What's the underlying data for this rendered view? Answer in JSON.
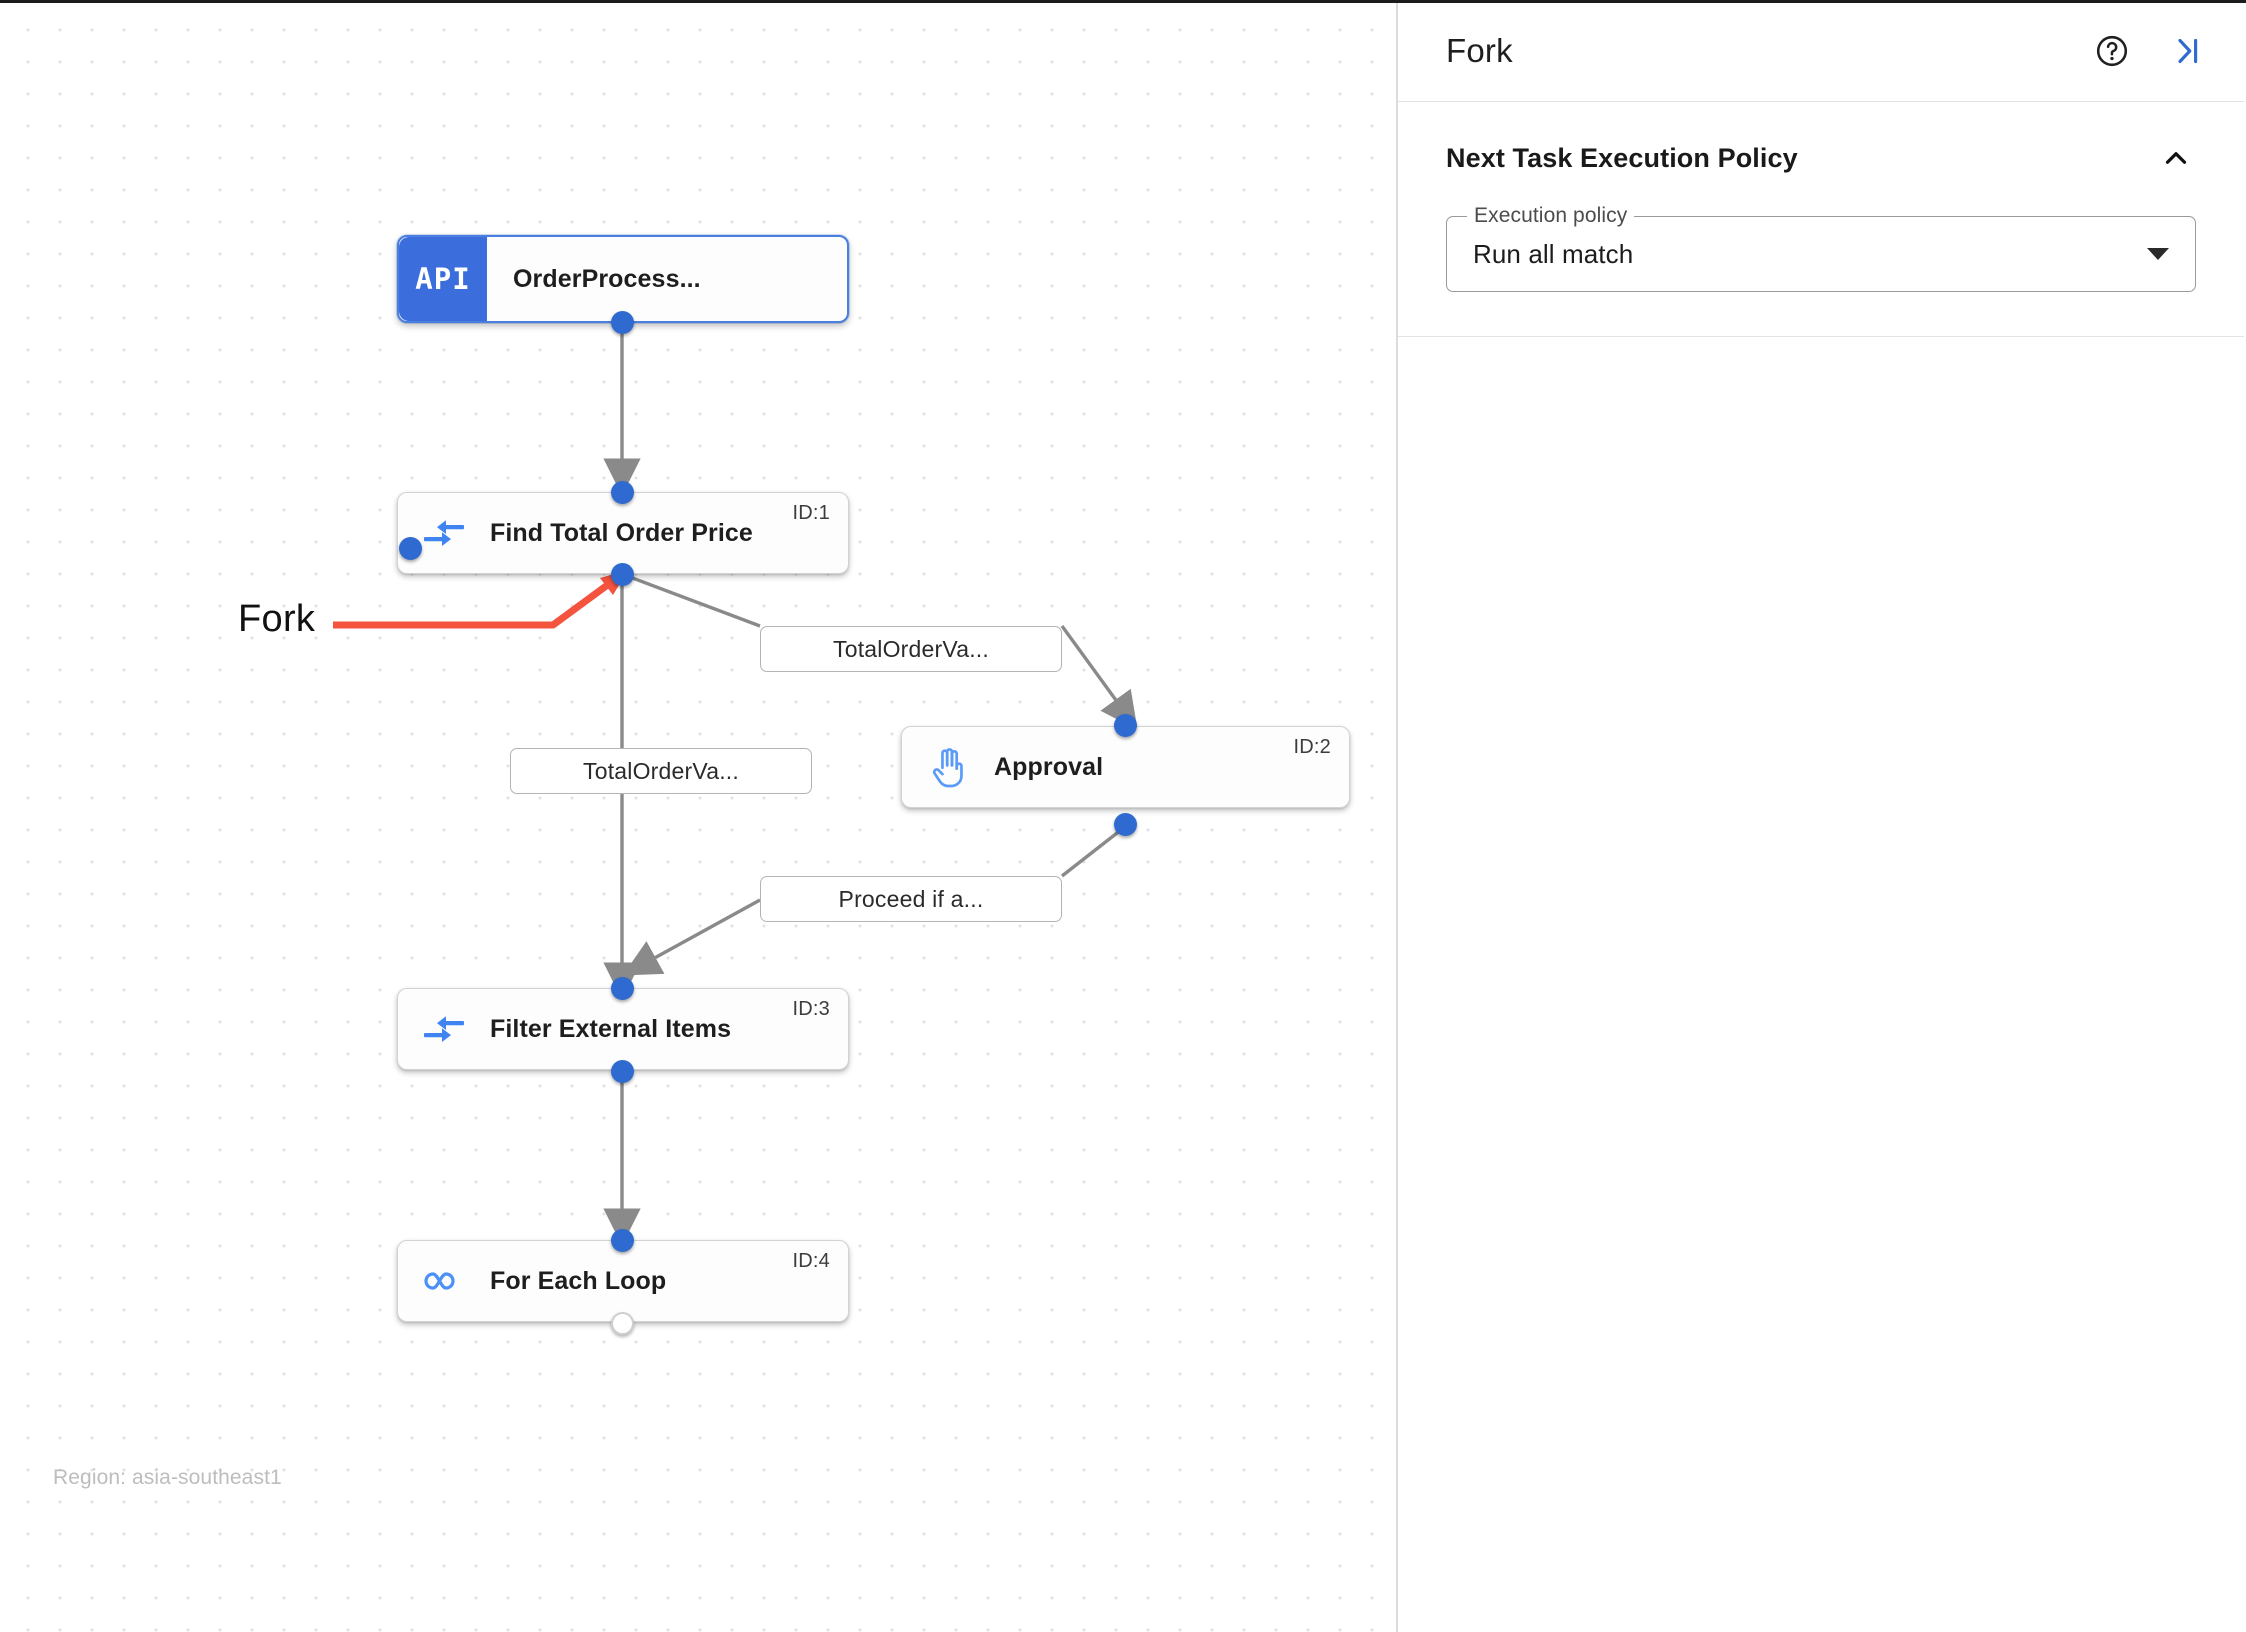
{
  "canvas": {
    "region_label": "Region: asia-southeast1",
    "annotation": {
      "label": "Fork",
      "arrow_color": "#f4533e"
    },
    "nodes": [
      {
        "key": "order_process",
        "icon": "api-badge-icon",
        "badge": "API",
        "title": "OrderProcess...",
        "id_label": "",
        "selected": true
      },
      {
        "key": "find_total_order_price",
        "icon": "merge-arrows-icon",
        "title": "Find Total Order Price",
        "id_label": "ID:1",
        "selected": false
      },
      {
        "key": "approval",
        "icon": "hand-icon",
        "title": "Approval",
        "id_label": "ID:2",
        "selected": false
      },
      {
        "key": "filter_external_items",
        "icon": "merge-arrows-icon",
        "title": "Filter External Items",
        "id_label": "ID:3",
        "selected": false
      },
      {
        "key": "for_each_loop",
        "icon": "infinity-icon",
        "title": "For Each Loop",
        "id_label": "ID:4",
        "selected": false
      }
    ],
    "edge_labels": [
      {
        "key": "to_approval",
        "text": "TotalOrderVa..."
      },
      {
        "key": "to_filter_direct",
        "text": "TotalOrderVa..."
      },
      {
        "key": "approval_to_filter",
        "text": "Proceed if a..."
      }
    ]
  },
  "panel": {
    "title": "Fork",
    "help_icon": "help-circle-icon",
    "collapse_icon": "collapse-panel-right-icon",
    "section": {
      "title": "Next Task Execution Policy",
      "toggle_icon": "chevron-up-icon",
      "field": {
        "label": "Execution policy",
        "value": "Run all match",
        "dropdown_icon": "caret-down-icon"
      }
    }
  }
}
